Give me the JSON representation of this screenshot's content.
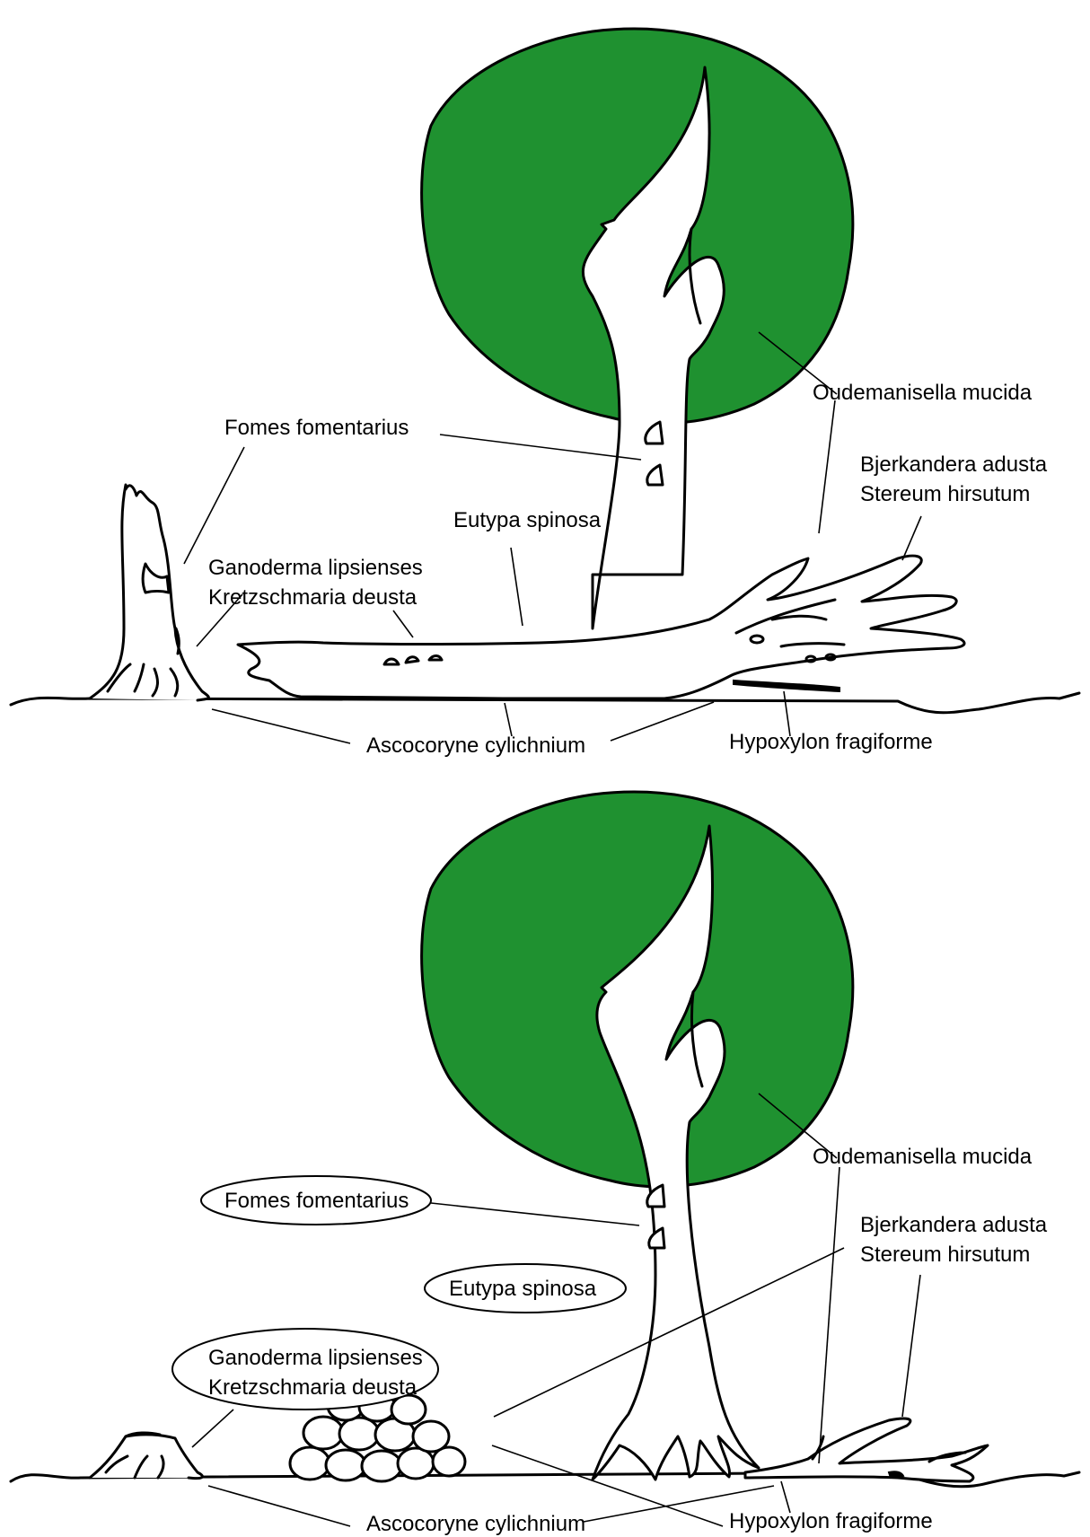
{
  "colors": {
    "crown": "#1f9130",
    "ink": "#000000",
    "background": "#ffffff"
  },
  "panel_top": {
    "labels": {
      "fomes": "Fomes fomentarius",
      "oudemanisella": "Oudemanisella mucida",
      "bjerkandera": "Bjerkandera adusta",
      "stereum": "Stereum hirsutum",
      "eutypa": "Eutypa spinosa",
      "ganoderma": "Ganoderma lipsienses",
      "kretzschmaria": "Kretzschmaria deusta",
      "ascocoryne": "Ascocoryne cylichnium",
      "hypoxylon": "Hypoxylon fragiforme"
    }
  },
  "panel_bottom": {
    "labels": {
      "fomes": "Fomes fomentarius",
      "oudemanisella": "Oudemanisella mucida",
      "bjerkandera": "Bjerkandera adusta",
      "stereum": "Stereum hirsutum",
      "eutypa": "Eutypa spinosa",
      "ganoderma": "Ganoderma lipsienses",
      "kretzschmaria": "Kretzschmaria deusta",
      "ascocoryne": "Ascocoryne cylichnium",
      "hypoxylon": "Hypoxylon fragiforme"
    }
  }
}
